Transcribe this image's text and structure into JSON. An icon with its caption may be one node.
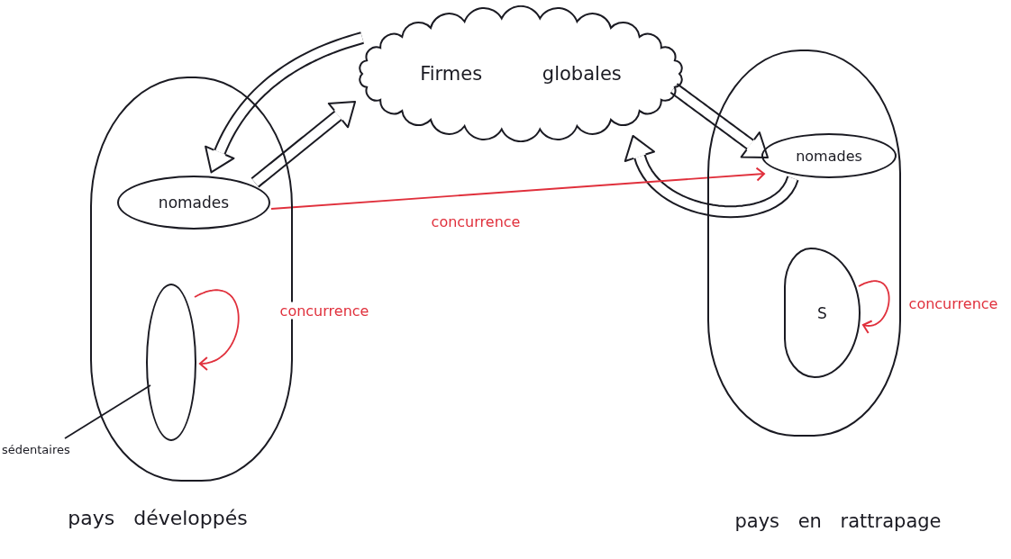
{
  "diagram": {
    "nodes": [
      {
        "text": [
          "pays développés"
        ]
      },
      {
        "text": [
          "Firmes globales"
        ]
      },
      {
        "text": [
          "pays en rattrapage"
        ]
      },
      {
        "text": [
          "nomades"
        ],
        "in": 0
      },
      {
        "text": [],
        "shape": "ellipse",
        "in": 0
      },
      {
        "text": [
          "sédentaires"
        ]
      },
      {
        "text": [
          "nomades"
        ],
        "in": 2
      },
      {
        "text": [
          "S"
        ],
        "in": 2
      }
    ],
    "edges": [
      {
        "from": 3,
        "to": 1,
        "arrow": "to",
        "style": "thick"
      },
      {
        "from": 1,
        "to": 3,
        "arrow": "to",
        "style": "thick"
      },
      {
        "from": 1,
        "to": 6,
        "arrow": "to",
        "style": "thick"
      },
      {
        "from": 6,
        "to": 1,
        "arrow": "to",
        "style": "thick"
      },
      {
        "from": 3,
        "to": 6,
        "arrow": "to",
        "label": "concurrence",
        "color": "#e0303c"
      },
      {
        "from": 4,
        "to": 4,
        "arrow": "to",
        "label": "concurrence",
        "color": "#e0303c"
      },
      {
        "from": 7,
        "to": 7,
        "arrow": "to",
        "label": "concurrence",
        "color": "#e0303c"
      },
      {
        "from": 5,
        "to": 4,
        "arrow": "none",
        "color": "#1a1a22"
      }
    ]
  }
}
